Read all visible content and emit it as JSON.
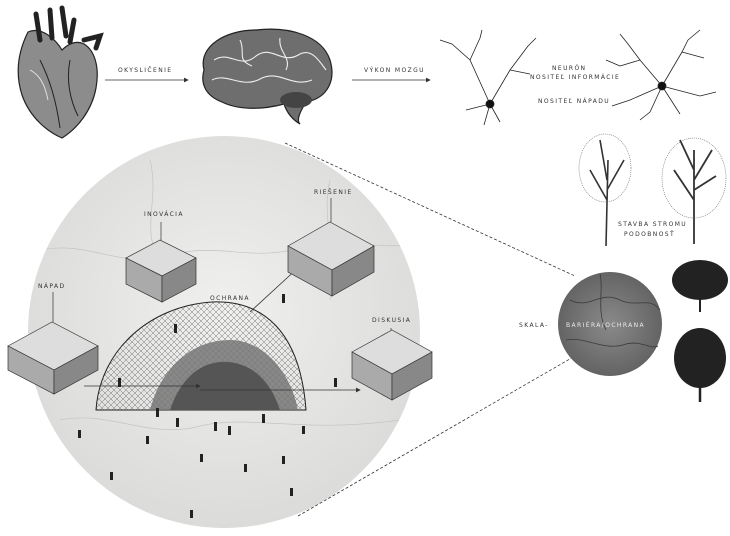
{
  "flow": {
    "arrow1_label": "OKYSLIČENIE",
    "arrow2_label": "VÝKON MOZGU",
    "neuron_title": "NEURÓN",
    "neuron_sub": "NOSITEĽ INFORMÁCIE",
    "neuron_note": "NOSITEĽ NÁPADU"
  },
  "trees": {
    "line1": "STAVBA STROMU",
    "line2": "PODOBNOSŤ"
  },
  "zoom": {
    "label_left": "SKALA-",
    "label_right": "BARIÉRA/OCHRANA"
  },
  "main": {
    "nodes": {
      "invencia": "INOVÁCIA",
      "riesenie": "RIEŠENIE",
      "napad": "NÁPAD",
      "diskusia": "DISKUSIA",
      "ochrana": "OCHRANA"
    }
  },
  "icons": [
    "heart-icon",
    "brain-icon",
    "neuron-icon",
    "tree-icon"
  ]
}
